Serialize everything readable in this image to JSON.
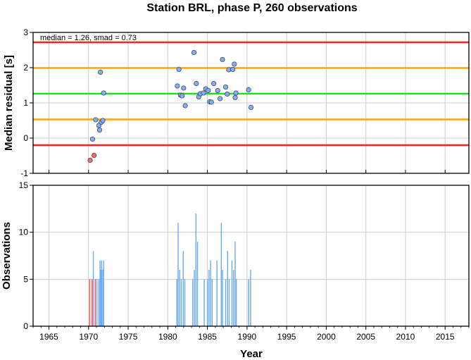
{
  "chart_data": [
    {
      "type": "scatter",
      "title": "Station BRL, phase P, 260 observations",
      "ylabel": "Median residual [s]",
      "annotation": "median = 1.26, smad = 0.73",
      "xlim": [
        1963,
        2018
      ],
      "ylim": [
        -1,
        3
      ],
      "yticks": [
        "-1",
        "0",
        "1",
        "2",
        "3"
      ],
      "grid": true,
      "reference_lines": [
        {
          "value": 2.72,
          "color": "#ff2020"
        },
        {
          "value": 1.99,
          "color": "#ffa500"
        },
        {
          "value": 1.26,
          "color": "#22dd22"
        },
        {
          "value": 0.53,
          "color": "#ffa500"
        },
        {
          "value": -0.2,
          "color": "#ff2020"
        }
      ],
      "series": [
        {
          "color": "#7fb0ff",
          "points": [
            {
              "x": 1970.5,
              "y": -0.03
            },
            {
              "x": 1970.9,
              "y": 0.52
            },
            {
              "x": 1971.3,
              "y": 0.36
            },
            {
              "x": 1971.4,
              "y": 0.23
            },
            {
              "x": 1971.5,
              "y": 1.87
            },
            {
              "x": 1971.6,
              "y": 0.45
            },
            {
              "x": 1971.8,
              "y": 0.5
            },
            {
              "x": 1971.9,
              "y": 1.28
            },
            {
              "x": 1981.2,
              "y": 1.48
            },
            {
              "x": 1981.4,
              "y": 1.95
            },
            {
              "x": 1981.6,
              "y": 1.22
            },
            {
              "x": 1981.8,
              "y": 1.2
            },
            {
              "x": 1982.0,
              "y": 1.42
            },
            {
              "x": 1982.2,
              "y": 0.92
            },
            {
              "x": 1983.3,
              "y": 2.43
            },
            {
              "x": 1983.6,
              "y": 1.55
            },
            {
              "x": 1983.9,
              "y": 1.17
            },
            {
              "x": 1984.1,
              "y": 1.26
            },
            {
              "x": 1984.5,
              "y": 1.28
            },
            {
              "x": 1984.8,
              "y": 1.4
            },
            {
              "x": 1985.1,
              "y": 1.35
            },
            {
              "x": 1985.3,
              "y": 1.03
            },
            {
              "x": 1985.5,
              "y": 1.02
            },
            {
              "x": 1985.8,
              "y": 1.55
            },
            {
              "x": 1986.3,
              "y": 1.35
            },
            {
              "x": 1986.6,
              "y": 1.12
            },
            {
              "x": 1986.9,
              "y": 2.23
            },
            {
              "x": 1987.3,
              "y": 1.45
            },
            {
              "x": 1987.5,
              "y": 1.25
            },
            {
              "x": 1987.7,
              "y": 1.94
            },
            {
              "x": 1988.2,
              "y": 1.95
            },
            {
              "x": 1988.4,
              "y": 2.1
            },
            {
              "x": 1988.5,
              "y": 1.15
            },
            {
              "x": 1988.6,
              "y": 1.28
            },
            {
              "x": 1990.2,
              "y": 1.37
            },
            {
              "x": 1990.5,
              "y": 0.87
            }
          ]
        },
        {
          "color": "#ff6666",
          "points": [
            {
              "x": 1970.2,
              "y": -0.63
            },
            {
              "x": 1970.7,
              "y": -0.49
            }
          ]
        }
      ]
    },
    {
      "type": "bar",
      "ylabel": "Observations",
      "xlabel": "Year",
      "xlim": [
        1963,
        2018
      ],
      "ylim": [
        0,
        15
      ],
      "xticks": [
        "1965",
        "1970",
        "1975",
        "1980",
        "1985",
        "1990",
        "1995",
        "2000",
        "2005",
        "2010",
        "2015"
      ],
      "yticks": [
        "0",
        "5",
        "10",
        "15"
      ],
      "grid": true,
      "bars": [
        {
          "x": 1970.15,
          "y": 5,
          "color": "#ff4444"
        },
        {
          "x": 1970.45,
          "y": 5,
          "color": "#ff4444"
        },
        {
          "x": 1970.6,
          "y": 8,
          "color": "#6aaaf0"
        },
        {
          "x": 1970.85,
          "y": 5,
          "color": "#ff4444"
        },
        {
          "x": 1971.05,
          "y": 5,
          "color": "#6aaaf0"
        },
        {
          "x": 1971.3,
          "y": 5,
          "color": "#6aaaf0"
        },
        {
          "x": 1971.45,
          "y": 7,
          "color": "#6aaaf0"
        },
        {
          "x": 1971.55,
          "y": 6,
          "color": "#6aaaf0"
        },
        {
          "x": 1971.65,
          "y": 7,
          "color": "#6aaaf0"
        },
        {
          "x": 1971.8,
          "y": 6,
          "color": "#6aaaf0"
        },
        {
          "x": 1971.9,
          "y": 7,
          "color": "#6aaaf0"
        },
        {
          "x": 1981.15,
          "y": 5,
          "color": "#6aaaf0"
        },
        {
          "x": 1981.3,
          "y": 11,
          "color": "#6aaaf0"
        },
        {
          "x": 1981.5,
          "y": 6,
          "color": "#6aaaf0"
        },
        {
          "x": 1981.7,
          "y": 5,
          "color": "#6aaaf0"
        },
        {
          "x": 1981.95,
          "y": 8,
          "color": "#6aaaf0"
        },
        {
          "x": 1982.15,
          "y": 5,
          "color": "#6aaaf0"
        },
        {
          "x": 1983.15,
          "y": 5,
          "color": "#6aaaf0"
        },
        {
          "x": 1983.35,
          "y": 6,
          "color": "#6aaaf0"
        },
        {
          "x": 1983.55,
          "y": 12,
          "color": "#6aaaf0"
        },
        {
          "x": 1983.75,
          "y": 9,
          "color": "#6aaaf0"
        },
        {
          "x": 1984.6,
          "y": 5,
          "color": "#6aaaf0"
        },
        {
          "x": 1985.0,
          "y": 5,
          "color": "#6aaaf0"
        },
        {
          "x": 1985.2,
          "y": 6,
          "color": "#6aaaf0"
        },
        {
          "x": 1985.4,
          "y": 7,
          "color": "#6aaaf0"
        },
        {
          "x": 1985.6,
          "y": 5,
          "color": "#6aaaf0"
        },
        {
          "x": 1986.2,
          "y": 7,
          "color": "#6aaaf0"
        },
        {
          "x": 1986.75,
          "y": 11,
          "color": "#6aaaf0"
        },
        {
          "x": 1986.9,
          "y": 6,
          "color": "#6aaaf0"
        },
        {
          "x": 1987.3,
          "y": 5,
          "color": "#6aaaf0"
        },
        {
          "x": 1987.55,
          "y": 8,
          "color": "#6aaaf0"
        },
        {
          "x": 1987.75,
          "y": 5,
          "color": "#6aaaf0"
        },
        {
          "x": 1988.1,
          "y": 7,
          "color": "#6aaaf0"
        },
        {
          "x": 1988.3,
          "y": 6,
          "color": "#6aaaf0"
        },
        {
          "x": 1988.5,
          "y": 9,
          "color": "#6aaaf0"
        },
        {
          "x": 1988.65,
          "y": 5,
          "color": "#6aaaf0"
        },
        {
          "x": 1990.2,
          "y": 5,
          "color": "#6aaaf0"
        },
        {
          "x": 1990.45,
          "y": 6,
          "color": "#6aaaf0"
        }
      ]
    }
  ]
}
